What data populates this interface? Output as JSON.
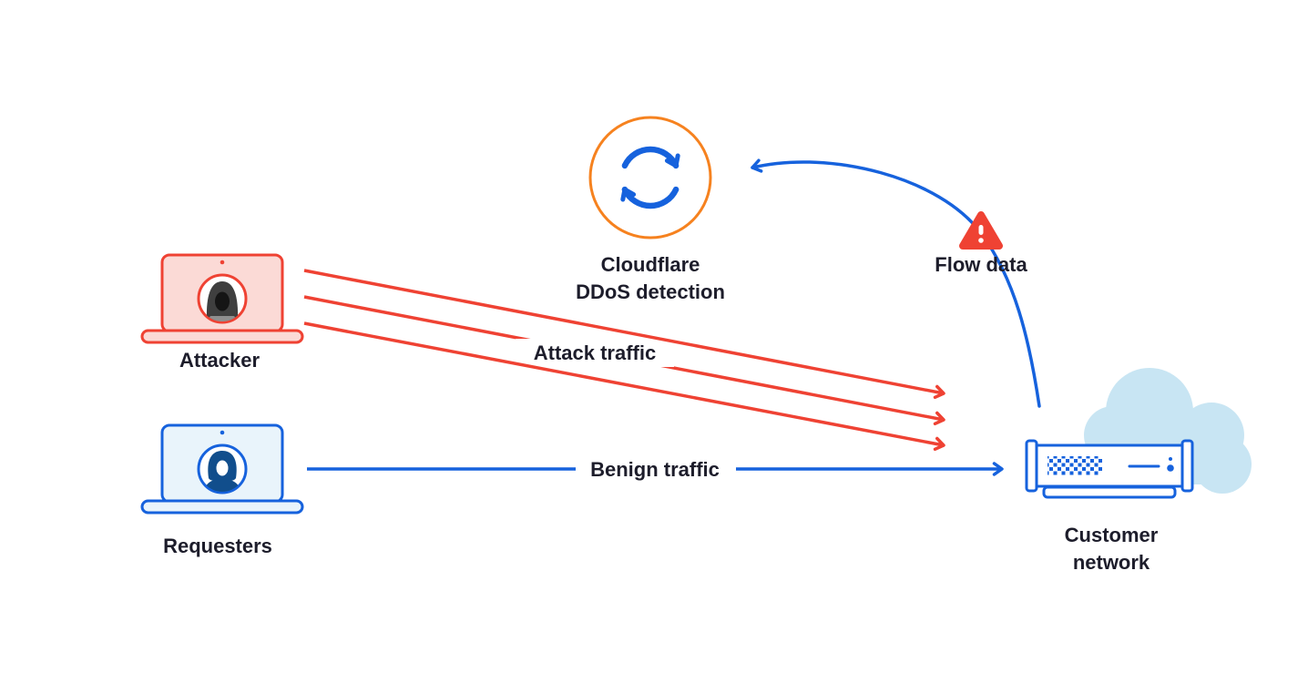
{
  "colors": {
    "red": "#ef4233",
    "blue": "#1662dd",
    "orange": "#f6821f",
    "cloud_blue": "#c8e5f3",
    "ink": "#1d1d2b",
    "screen_red": "#fbdad6",
    "screen_blue": "#e9f4fb",
    "avatar_dark": "#3f3f3f",
    "avatar_darker": "#151515",
    "avatar_gray": "#8f8f8f",
    "person_navy": "#114e8c"
  },
  "nodes": {
    "cloudflare": {
      "line1": "Cloudflare",
      "line2": "DDoS detection",
      "icon": "refresh-cycle-icon"
    },
    "flow_data": {
      "label": "Flow data",
      "icon": "warning-triangle-icon"
    },
    "attacker": {
      "label": "Attacker",
      "icon": "hooded-attacker-laptop-icon"
    },
    "requesters": {
      "label": "Requesters",
      "icon": "person-laptop-icon"
    },
    "customer": {
      "line1": "Customer",
      "line2": "network",
      "icon": "server-with-cloud-icon"
    }
  },
  "edges": {
    "attack": {
      "label": "Attack traffic",
      "color": "#ef4233",
      "arrow_count": 3,
      "from": "attacker",
      "to": "customer"
    },
    "benign": {
      "label": "Benign traffic",
      "color": "#1662dd",
      "from": "requesters",
      "to": "customer"
    },
    "flow": {
      "color": "#1662dd",
      "from": "customer",
      "to": "cloudflare"
    }
  }
}
